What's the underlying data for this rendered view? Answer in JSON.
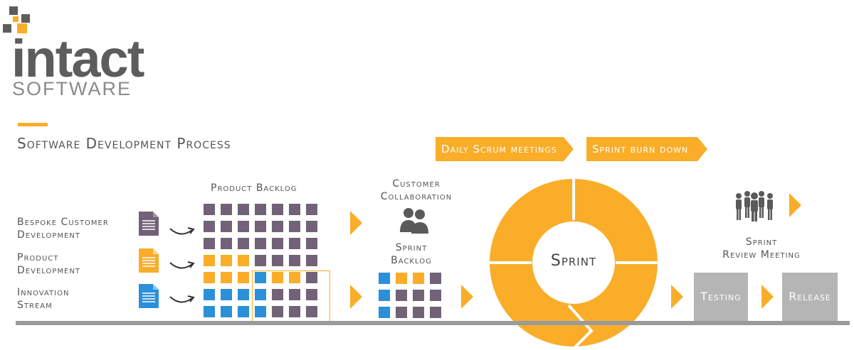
{
  "logo": {
    "word": "intact",
    "sub": "SOFTWARE",
    "colors": {
      "gray": "#5d5d5d",
      "accent": "#f9ad28"
    }
  },
  "title": "Software Development Process",
  "banners": {
    "daily_scrum": "Daily Scrum meetings",
    "burn_down": "Sprint burn down"
  },
  "sources": [
    {
      "line1": "Bespoke Customer",
      "line2": "Development",
      "doc_color": "#716278",
      "doc_icon": "document-icon"
    },
    {
      "line1": "Product",
      "line2": "Development",
      "doc_color": "#f9ad28",
      "doc_icon": "document-icon"
    },
    {
      "line1": "Innovation",
      "line2": "Stream",
      "doc_color": "#2b90d9",
      "doc_icon": "document-icon"
    }
  ],
  "product_backlog": {
    "label": "Product Backlog",
    "grid": [
      "PPPPPPP",
      "PPPPPPP",
      "PPPPPPP",
      "YYYPPPP",
      "YYYBYYP",
      "BBBBPPP",
      "BBBBPPP"
    ]
  },
  "customer_collaboration": {
    "line1": "Customer",
    "line2": "Collaboration",
    "icon": "people-icon"
  },
  "sprint_backlog": {
    "line1": "Sprint",
    "line2": "Backlog",
    "grid": [
      "BYYP",
      "BPPP",
      "BPPP"
    ]
  },
  "sprint": {
    "label": "Sprint"
  },
  "review": {
    "line1": "Sprint",
    "line2": "Review Meeting",
    "icon": "team-icon"
  },
  "stages": {
    "testing": "Testing",
    "release": "Release"
  },
  "colors": {
    "purple": "#716278",
    "yellow": "#f9ad28",
    "blue": "#2b90d9",
    "gray_box": "#b5b5b5",
    "baseline": "#9a9a9a"
  }
}
